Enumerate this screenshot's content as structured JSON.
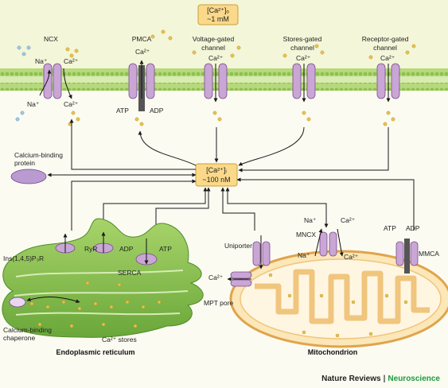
{
  "concentrations": {
    "extracellular_line1": "[Ca²⁺]ₒ",
    "extracellular_line2": "~1 mM",
    "intracellular_line1": "[Ca²⁺]ᵢ",
    "intracellular_line2": "~100 nM"
  },
  "membrane_channels": {
    "ncx": "NCX",
    "pmca": "PMCA",
    "voltage_gated_1": "Voltage-gated",
    "voltage_gated_2": "channel",
    "stores_gated_1": "Stores-gated",
    "stores_gated_2": "channel",
    "receptor_gated_1": "Receptor-gated",
    "receptor_gated_2": "channel"
  },
  "ions": {
    "na": "Na⁺",
    "ca": "Ca²⁺",
    "atp": "ATP",
    "adp": "ADP"
  },
  "cytoplasm": {
    "binding_protein_1": "Calcium-binding",
    "binding_protein_2": "protein"
  },
  "er": {
    "ip3r": "Ins(1,4,5)P₃R",
    "ryr": "RyR",
    "serca": "SERCA",
    "adp": "ADP",
    "atp": "ATP",
    "chaperone_1": "Calcium-binding",
    "chaperone_2": "chaperone",
    "stores": "Ca²⁺ stores",
    "title": "Endoplasmic reticulum"
  },
  "mito": {
    "uniporter": "Uniporter",
    "mncx": "MNCX",
    "mmca": "MMCA",
    "mpt_pore": "MPT pore",
    "ca": "Ca²⁺",
    "na": "Na⁺",
    "atp": "ATP",
    "adp": "ADP",
    "title": "Mitochondrion"
  },
  "credit": {
    "journal": "Nature Reviews",
    "separator": "|",
    "brand": "Neuroscience"
  },
  "colors": {
    "membrane_green": "#9ccc5a",
    "membrane_bg": "#f4f6d9",
    "channel_purple": "#c9a6d6",
    "er_green": "#86bf4a",
    "mito_fill": "#fcecc8",
    "mito_outline": "#e3a85a",
    "calcium_dot": "#e7c150",
    "box_fill": "#fbd98a",
    "brand": "#1e9a3c"
  }
}
